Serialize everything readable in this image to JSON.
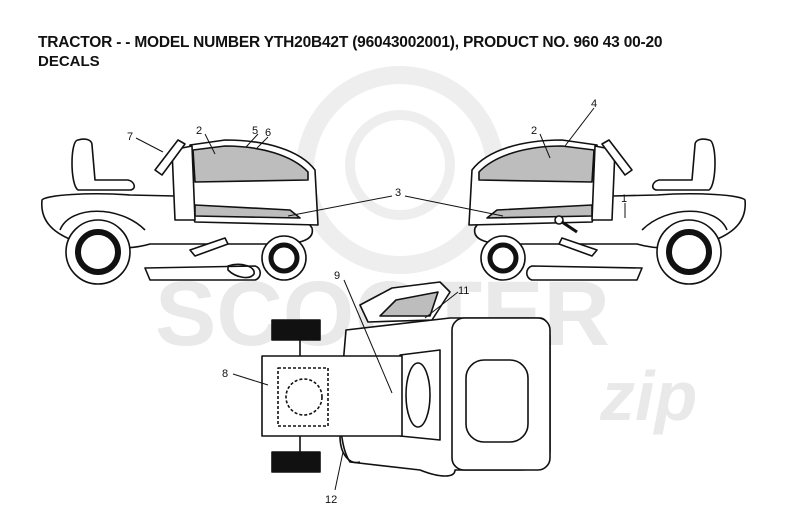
{
  "header": {
    "title": "TRACTOR - - MODEL NUMBER YTH20B42T (96043002001), PRODUCT NO. 960 43 00-20",
    "subtitle": "DECALS"
  },
  "watermark": {
    "brand": "SCOOTER",
    "brand_suffix": "zip"
  },
  "callouts": {
    "c1": "1",
    "c2a": "2",
    "c2b": "2",
    "c3": "3",
    "c4": "4",
    "c5": "5",
    "c6": "6",
    "c7": "7",
    "c8": "8",
    "c9": "9",
    "c11": "11",
    "c12": "12"
  },
  "colors": {
    "decal_fill": "#bdbdbd",
    "line": "#111111",
    "watermark": "#e6e6e6"
  }
}
